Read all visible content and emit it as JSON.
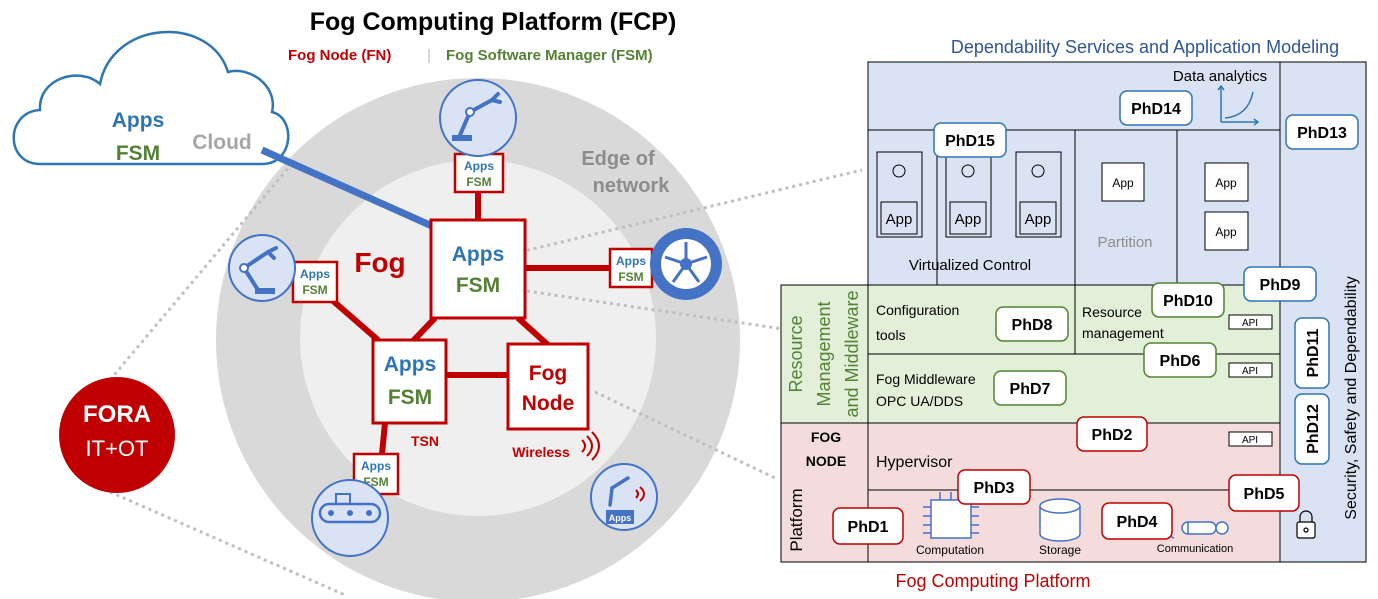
{
  "left": {
    "title": "Fog Computing Platform (FCP)",
    "subtitle_fn": "Fog Node (FN)",
    "subtitle_sep": "|",
    "subtitle_fsm": "Fog Software Manager (FSM)",
    "cloud": {
      "apps": "Apps",
      "fsm": "FSM",
      "label": "Cloud"
    },
    "edge_line1": "Edge of",
    "edge_line2": "network",
    "fog_label": "Fog",
    "center_node": {
      "apps": "Apps",
      "fsm": "FSM"
    },
    "lower_node": {
      "apps": "Apps",
      "fsm": "FSM"
    },
    "fog_node": {
      "line1": "Fog",
      "line2": "Node"
    },
    "small_apps": "Apps",
    "small_fsm": "FSM",
    "tsn": "TSN",
    "wireless": "Wireless",
    "fora": {
      "line1": "FORA",
      "line2": "IT+OT"
    },
    "device_apps": "Apps"
  },
  "right": {
    "top_title": "Dependability Services and Application Modeling",
    "bottom_title": "Fog Computing Platform",
    "data_analytics": "Data analytics",
    "app": "App",
    "virtualized_control": "Virtualized Control",
    "partition": "Partition",
    "configuration_tools_1": "Configuration",
    "configuration_tools_2": "tools",
    "resource_mgmt_1": "Resource",
    "resource_mgmt_2": "management",
    "fog_middleware_1": "Fog Middleware",
    "fog_middleware_2": "OPC UA/DDS",
    "api": "API",
    "fog_node_1": "FOG",
    "fog_node_2": "NODE",
    "hypervisor": "Hypervisor",
    "platform": "Platform",
    "computation": "Computation",
    "storage": "Storage",
    "communication": "Communication",
    "rmm_line1": "Resource",
    "rmm_line2": "Management",
    "rmm_line3": "and Middleware",
    "security": "Security, Safety and Dependability",
    "phd": {
      "phd1": "PhD1",
      "phd2": "PhD2",
      "phd3": "PhD3",
      "phd4": "PhD4",
      "phd5": "PhD5",
      "phd6": "PhD6",
      "phd7": "PhD7",
      "phd8": "PhD8",
      "phd9": "PhD9",
      "phd10": "PhD10",
      "phd11": "PhD11",
      "phd12": "PhD12",
      "phd13": "PhD13",
      "phd14": "PhD14",
      "phd15": "PhD15"
    }
  },
  "colors": {
    "red": "#c00000",
    "blue": "#2e75b6",
    "green": "#548235",
    "gray": "#8c8c8c",
    "blue_bg": "#dae3f3",
    "green_bg": "#e2efd9",
    "pink_bg": "#f4dcdc"
  }
}
